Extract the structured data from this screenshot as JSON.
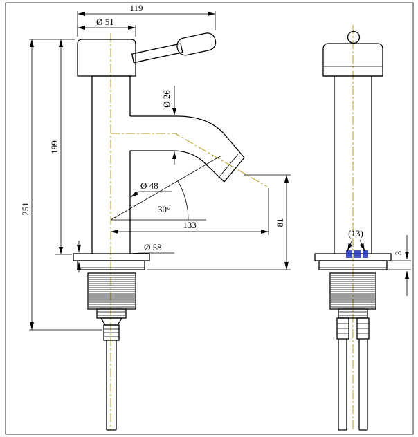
{
  "dimensions": {
    "top_width": "119",
    "handle_diameter": "Ø 51",
    "spout_diameter": "Ø 26",
    "height_to_deck": "199",
    "total_height": "251",
    "body_diameter": "Ø 48",
    "spout_angle": "30°",
    "spout_reach": "133",
    "outlet_height": "81",
    "base_diameter": "Ø 58",
    "hose_spacing_ref": "(13)",
    "deck_plate_thickness": "3"
  },
  "colors": {
    "line": "#000000",
    "centerline": "#ad9400",
    "watermark": "#2233bb"
  }
}
